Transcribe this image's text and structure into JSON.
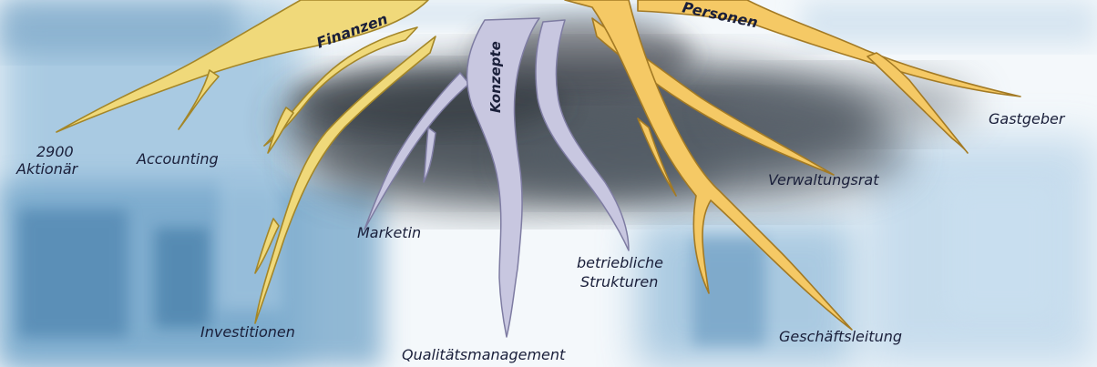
{
  "colors": {
    "gold_root": "#f0d97a",
    "gold_stroke": "#a48628",
    "orange_root": "#f5c965",
    "orange_stroke": "#a37a24",
    "lilac_root": "#c8c7e0",
    "lilac_stroke": "#7e7ca2",
    "soil": "#4a5159",
    "background_blue": "#8fb9d8",
    "label_text": "#1a1f3a"
  },
  "branches": {
    "finanzen": "Finanzen",
    "konzepte": "Konzepte",
    "personen": "Personen"
  },
  "leaves": {
    "aktionaer_line1": "2900",
    "aktionaer_line2": "Aktionär",
    "accounting": "Accounting",
    "investitionen": "Investitionen",
    "marketing": "Marketin",
    "qualitaet": "Qualitätsmanagement",
    "strukturen_line1": "betriebliche",
    "strukturen_line2": "Strukturen",
    "verwaltungsrat": "Verwaltungsrat",
    "gastgeber": "Gastgeber",
    "geschaeftsleitung": "Geschäftsleitung"
  }
}
